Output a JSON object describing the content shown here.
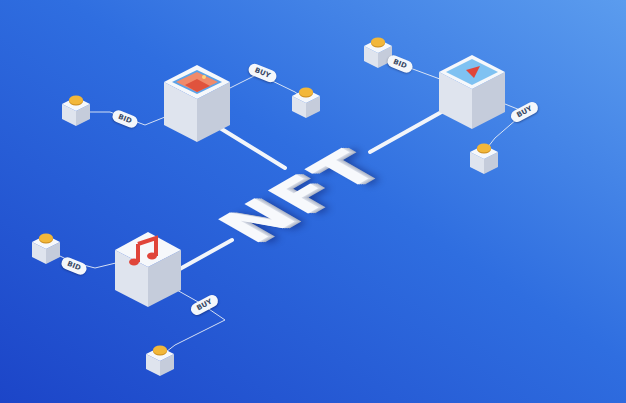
{
  "diagram": {
    "nodes": [
      {
        "text": [
          "BID"
        ]
      },
      {
        "text": [
          "BUY"
        ]
      },
      {
        "text": [
          "BID"
        ]
      },
      {
        "text": [
          "BUY"
        ]
      },
      {
        "text": [
          "BID"
        ]
      },
      {
        "text": [
          "BUY"
        ]
      }
    ],
    "labels": [
      "NFT"
    ]
  }
}
